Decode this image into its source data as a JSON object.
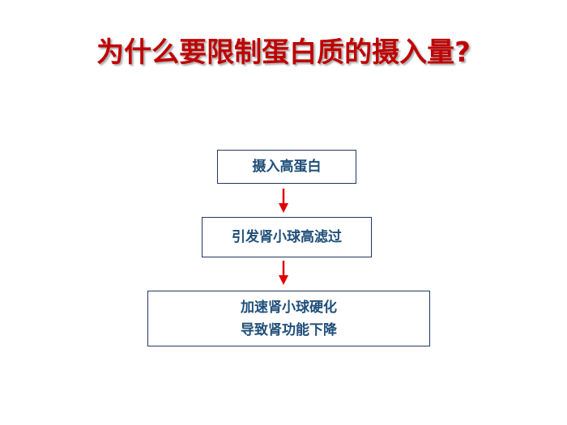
{
  "title": "为什么要限制蛋白质的摄入量?",
  "flow": {
    "steps": [
      {
        "lines": [
          "摄入高蛋白"
        ]
      },
      {
        "lines": [
          "引发肾小球高滤过"
        ]
      },
      {
        "lines": [
          "加速肾小球硬化",
          "导致肾功能下降"
        ]
      }
    ]
  },
  "colors": {
    "title": "#c00000",
    "box_text": "#1f4e79",
    "box_border": "#203864",
    "arrow": "#e00000"
  }
}
